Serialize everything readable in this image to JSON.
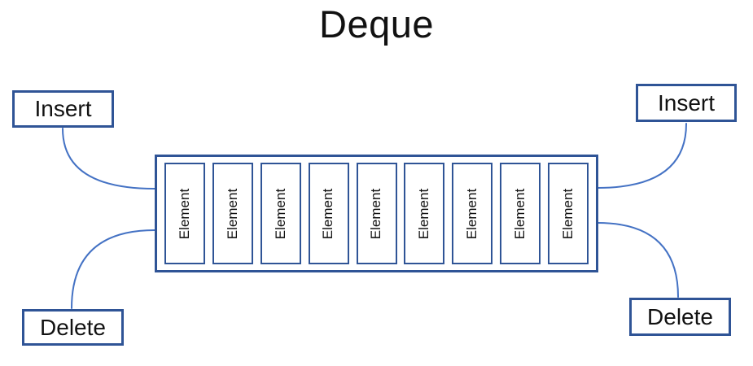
{
  "title": "Deque",
  "colors": {
    "box_border": "#2F5496",
    "connector": "#4472C4",
    "text": "#111111",
    "background": "#FFFFFF"
  },
  "deque": {
    "elements": [
      "Element",
      "Element",
      "Element",
      "Element",
      "Element",
      "Element",
      "Element",
      "Element",
      "Element"
    ]
  },
  "operations": {
    "insert_left": "Insert",
    "insert_right": "Insert",
    "delete_left": "Delete",
    "delete_right": "Delete"
  }
}
